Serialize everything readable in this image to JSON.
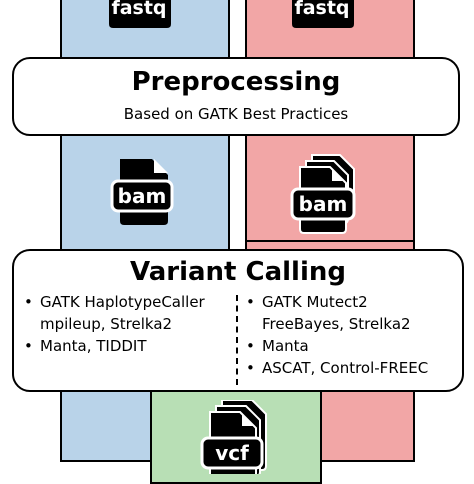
{
  "colors": {
    "normal_lane": "#b9d3e9",
    "tumor_lane": "#f2a6a6",
    "output_lane": "#b8dfb5"
  },
  "files": {
    "fastq_normal": "fastq",
    "fastq_tumor": "fastq",
    "bam_normal": "bam",
    "bam_tumor": "bam",
    "vcf": "vcf"
  },
  "preprocessing": {
    "title": "Preprocessing",
    "subtitle": "Based on GATK Best Practices"
  },
  "variant_calling": {
    "title": "Variant Calling",
    "left": [
      {
        "bullet": "•",
        "lines": [
          "GATK HaplotypeCaller",
          "mpileup, Strelka2"
        ]
      },
      {
        "bullet": "•",
        "lines": [
          "Manta, TIDDIT"
        ]
      }
    ],
    "right": [
      {
        "bullet": "•",
        "lines": [
          "GATK Mutect2",
          "FreeBayes, Strelka2"
        ]
      },
      {
        "bullet": "•",
        "lines": [
          "Manta"
        ]
      },
      {
        "bullet": "•",
        "lines": [
          "ASCAT, Control-FREEC"
        ]
      }
    ]
  }
}
